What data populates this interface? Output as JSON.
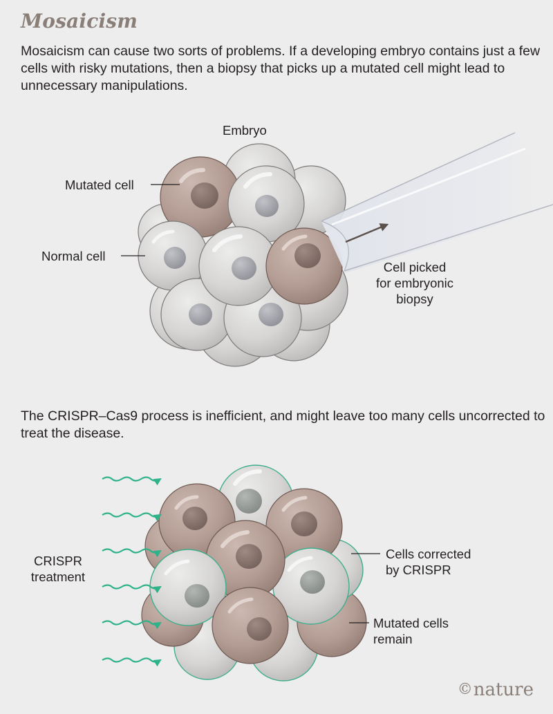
{
  "title": "Mosaicism",
  "intro": "Mosaicism can cause two sorts of problems. If a developing embryo contains just a few cells with risky mutations, then a biopsy that picks up a mutated cell might lead to unnecessary manipulations.",
  "panel1": {
    "embryo_label": "Embryo",
    "mutated_label": "Mutated cell",
    "normal_label": "Normal cell",
    "biopsy_label_1": "Cell picked",
    "biopsy_label_2": "for embryonic",
    "biopsy_label_3": "biopsy"
  },
  "second_text": "The CRISPR–Cas9 process is inefficient, and might leave too many cells uncorrected to treat the disease.",
  "panel2": {
    "treatment_label_1": "CRISPR",
    "treatment_label_2": "treatment",
    "corrected_label_1": "Cells corrected",
    "corrected_label_2": "by CRISPR",
    "remaining_label_1": "Mutated cells",
    "remaining_label_2": "remain"
  },
  "credit_symbol": "©",
  "credit": "nature",
  "colors": {
    "normal_cell": "#d9d8d7",
    "mutated_cell": "#b69f96",
    "corrected_outline": "#3fae8c",
    "arrow_wave": "#2fb28a",
    "title": "#8a7f78"
  }
}
